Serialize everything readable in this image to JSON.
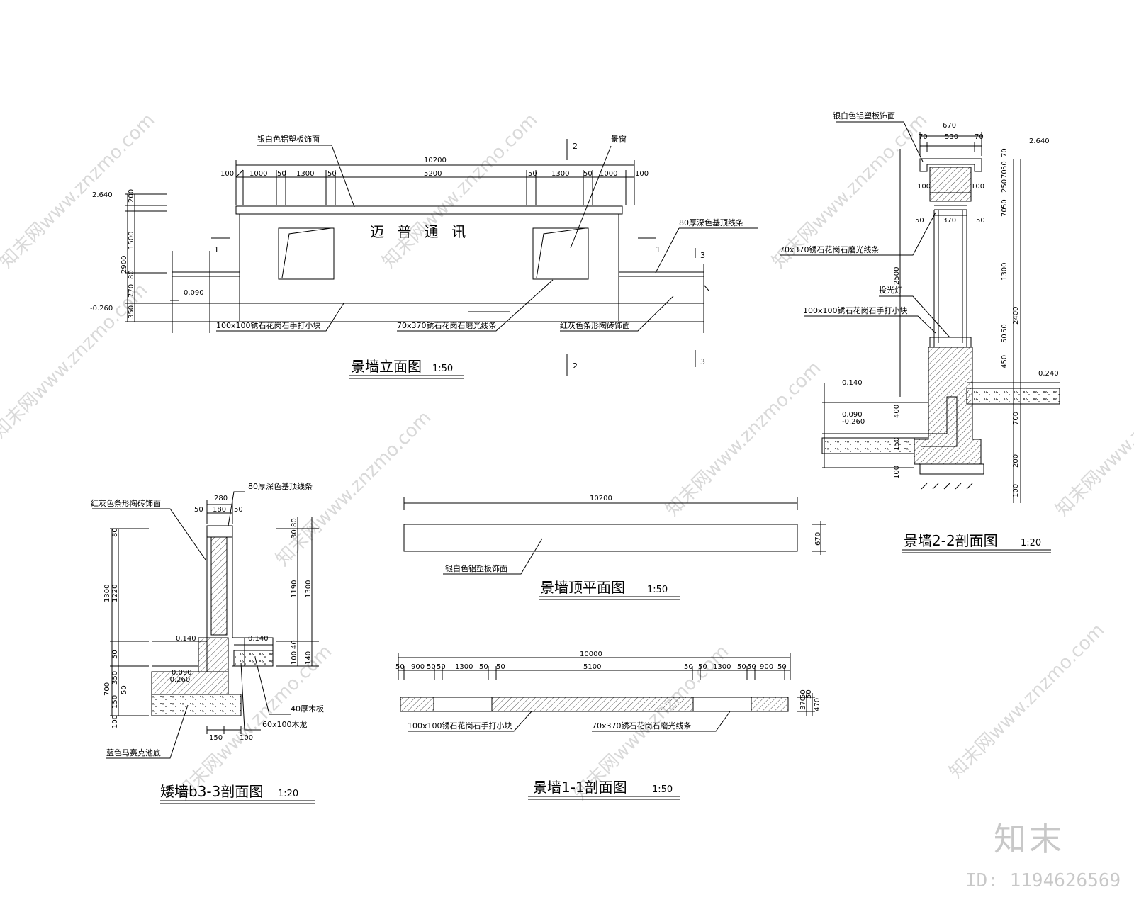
{
  "colors": {
    "line": "#000000",
    "watermark": "#cfcfcf"
  },
  "watermark_text": "知末网www.znzmo.com",
  "brand": {
    "name": "知末",
    "image_id": "ID: 1194626569"
  },
  "elevation": {
    "title": "景墙立面图",
    "scale": "1:50",
    "signage": "迈 普 通 讯",
    "top_total": "10200",
    "top_dims": [
      "100",
      "1000",
      "50",
      "1300",
      "50",
      "5200",
      "50",
      "1300",
      "50",
      "1000",
      "100"
    ],
    "left_elev": [
      "2.640",
      "0.090",
      "-0.260"
    ],
    "left_dims": [
      "200",
      "1500",
      "80",
      "770",
      "350",
      "2900"
    ],
    "sec_marks": [
      "1",
      "1",
      "2",
      "2",
      "3",
      "3"
    ],
    "labels": {
      "cap": "银白色铝塑板饰面",
      "window": "景窗",
      "coping": "80厚深色基顶线条",
      "stone": "100x100锈石花岗石手打小块",
      "strip": "70x370锈石花岗石磨光线条",
      "brick": "红灰色条形陶砖饰面"
    }
  },
  "sec22": {
    "title": "景墙2-2剖面图",
    "scale": "1:20",
    "top_dims": [
      "670",
      "70",
      "530",
      "70"
    ],
    "dims_row2": [
      "100",
      "100",
      "50",
      "370",
      "50"
    ],
    "elev": [
      "2.640",
      "0.140",
      "0.090",
      "-0.260",
      "0.240"
    ],
    "right_dims": [
      "70",
      "50",
      "70",
      "250",
      "50",
      "70",
      "1300",
      "50",
      "50",
      "450",
      "2400",
      "700",
      "200",
      "100"
    ],
    "left_dims": [
      "2500",
      "400",
      "150",
      "100"
    ],
    "labels": {
      "cap": "银白色铝塑板饰面",
      "strip": "70x370锈石花岗石磨光线条",
      "lamp": "投光灯",
      "stone": "100x100锈石花岗石手打小块"
    }
  },
  "top_plan": {
    "title": "景墙顶平面图",
    "scale": "1:50",
    "length": "10200",
    "width": "670",
    "label": "银白色铝塑板饰面"
  },
  "sec33": {
    "title": "矮墙b3-3剖面图",
    "scale": "1:20",
    "top_dims": [
      "280",
      "50",
      "180",
      "50"
    ],
    "left_dims": [
      "80",
      "1300",
      "1220",
      "50",
      "700",
      "350",
      "50",
      "150",
      "100"
    ],
    "right_dims": [
      "80",
      "30",
      "1190",
      "1300",
      "40",
      "100",
      "140"
    ],
    "bottom_dims": [
      "150",
      "100"
    ],
    "elev": [
      "0.140",
      "0.090",
      "-0.260",
      "0.140"
    ],
    "labels": {
      "brick": "红灰色条形陶砖饰面",
      "coping": "80厚深色基顶线条",
      "board": "40厚木板",
      "joist": "60x100木龙",
      "fill": "蓝色马赛克池底"
    }
  },
  "sec11": {
    "title": "景墙1-1剖面图",
    "scale": "1:50",
    "total": "10000",
    "dims": [
      "50",
      "900",
      "50",
      "50",
      "1300",
      "50",
      "50",
      "5100",
      "50",
      "50",
      "1300",
      "50",
      "50",
      "900",
      "50"
    ],
    "right_dims": [
      "370",
      "50",
      "50",
      "470"
    ],
    "labels": {
      "stone": "100x100锈石花岗石手打小块",
      "strip": "70x370锈石花岗石磨光线条"
    }
  }
}
